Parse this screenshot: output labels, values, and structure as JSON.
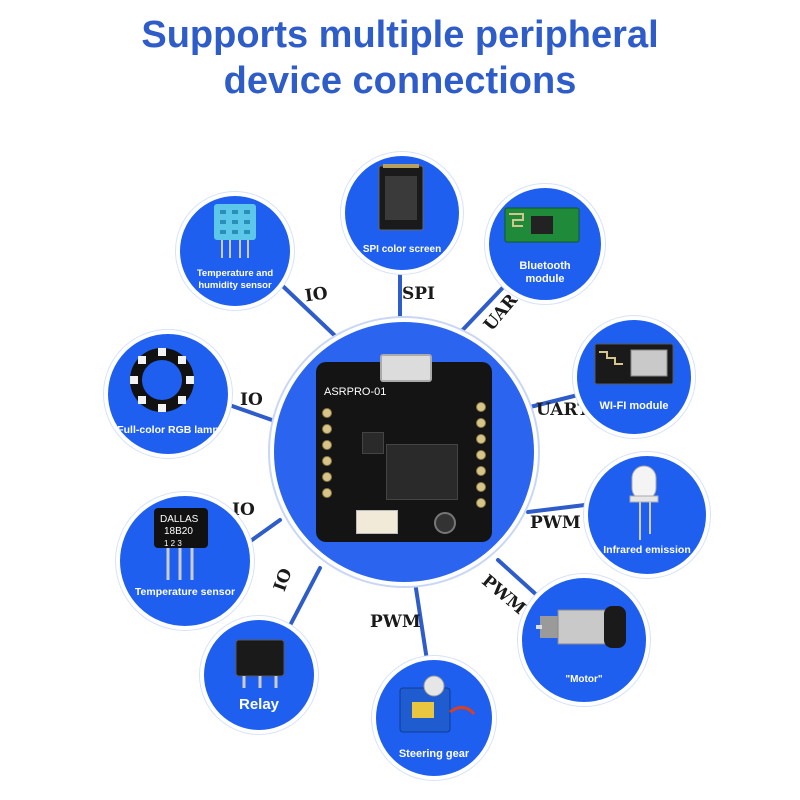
{
  "title": {
    "line1": "Supports multiple peripheral",
    "line2": "device connections"
  },
  "center_board": {
    "label": "ASRPRO-01"
  },
  "peripherals": [
    {
      "id": "temp-humidity",
      "label_lines": [
        "Temperature and",
        "humidity sensor"
      ],
      "protocol": "IO"
    },
    {
      "id": "spi-screen",
      "label_lines": [
        "SPI color screen"
      ],
      "protocol": "SPI"
    },
    {
      "id": "bluetooth",
      "label_lines": [
        "Bluetooth",
        "module"
      ],
      "protocol": "UART"
    },
    {
      "id": "wifi",
      "label_lines": [
        "WI-FI module"
      ],
      "protocol": "UART"
    },
    {
      "id": "rgb-lamp",
      "label_lines": [
        "Full-color RGB lamp"
      ],
      "protocol": "IO"
    },
    {
      "id": "infrared",
      "label_lines": [
        "Infrared emission"
      ],
      "protocol": "PWM"
    },
    {
      "id": "temp-sensor",
      "label_lines": [
        "Temperature sensor"
      ],
      "protocol": "IO",
      "chip_text": [
        "DALLAS",
        "18B20",
        "1  2  3"
      ]
    },
    {
      "id": "motor",
      "label_lines": [
        "\"Motor\""
      ],
      "protocol": "PWM"
    },
    {
      "id": "relay",
      "label_lines": [
        "Relay"
      ],
      "protocol": "IO"
    },
    {
      "id": "steering",
      "label_lines": [
        "Steering gear"
      ],
      "protocol": "PWM"
    }
  ]
}
